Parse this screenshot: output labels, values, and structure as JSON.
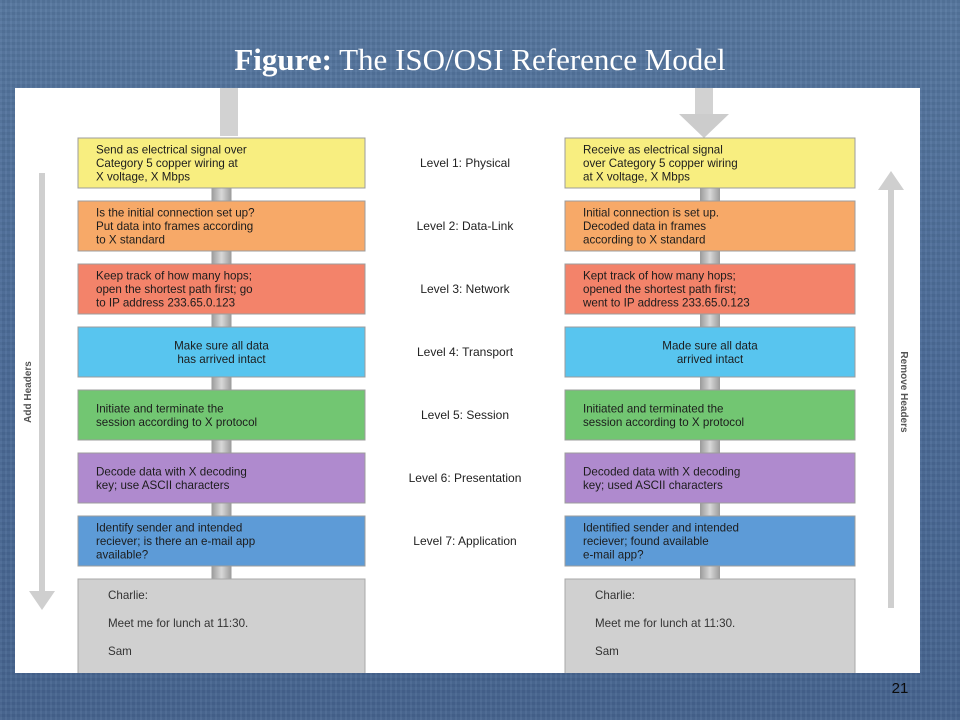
{
  "title": {
    "bold": "Figure:",
    "rest": "The ISO/OSI Reference Model"
  },
  "slide_number": "21",
  "diagram": {
    "left_side_label": "Add Headers",
    "right_side_label": "Remove Headers",
    "levels": [
      {
        "label": "Level 1: Physical",
        "color": "#f8ee80",
        "left": [
          "Send as electrical signal over",
          "Category 5 copper wiring at",
          "X voltage, X Mbps"
        ],
        "right": [
          "Receive as electrical signal",
          "over Category 5 copper wiring",
          "at X voltage, X Mbps"
        ]
      },
      {
        "label": "Level 2: Data-Link",
        "color": "#f7a968",
        "left": [
          "Is the initial connection set up?",
          "Put data into frames according",
          "to X standard"
        ],
        "right": [
          "Initial connection is set up.",
          "Decoded data in frames",
          "according to X standard"
        ]
      },
      {
        "label": "Level 3: Network",
        "color": "#f3836a",
        "left": [
          "Keep track of how many hops;",
          "open the shortest path first; go",
          "to IP address 233.65.0.123"
        ],
        "right": [
          "Kept track of how many hops;",
          "opened the shortest path first;",
          "went to IP address 233.65.0.123"
        ]
      },
      {
        "label": "Level 4: Transport",
        "color": "#58c5ef",
        "left": [
          "Make sure all data",
          "has arrived intact"
        ],
        "right": [
          "Made sure all data",
          "arrived intact"
        ]
      },
      {
        "label": "Level 5: Session",
        "color": "#72c672",
        "left": [
          "Initiate and terminate the",
          "session according to X protocol"
        ],
        "right": [
          "Initiated and terminated the",
          "session according to X protocol"
        ]
      },
      {
        "label": "Level 6: Presentation",
        "color": "#af8ace",
        "left": [
          "Decode data with X decoding",
          "key; use ASCII characters"
        ],
        "right": [
          "Decoded data with X decoding",
          "key; used ASCII characters"
        ]
      },
      {
        "label": "Level 7: Application",
        "color": "#5d9bd7",
        "left": [
          "Identify sender and intended",
          "reciever; is there an e-mail app",
          "available?"
        ],
        "right": [
          "Identified sender and intended",
          "reciever; found available",
          "e-mail app?"
        ]
      }
    ],
    "message": {
      "color": "#d0d0d0",
      "lines": [
        "Charlie:",
        "Meet me for lunch at 11:30.",
        "Sam"
      ]
    }
  }
}
